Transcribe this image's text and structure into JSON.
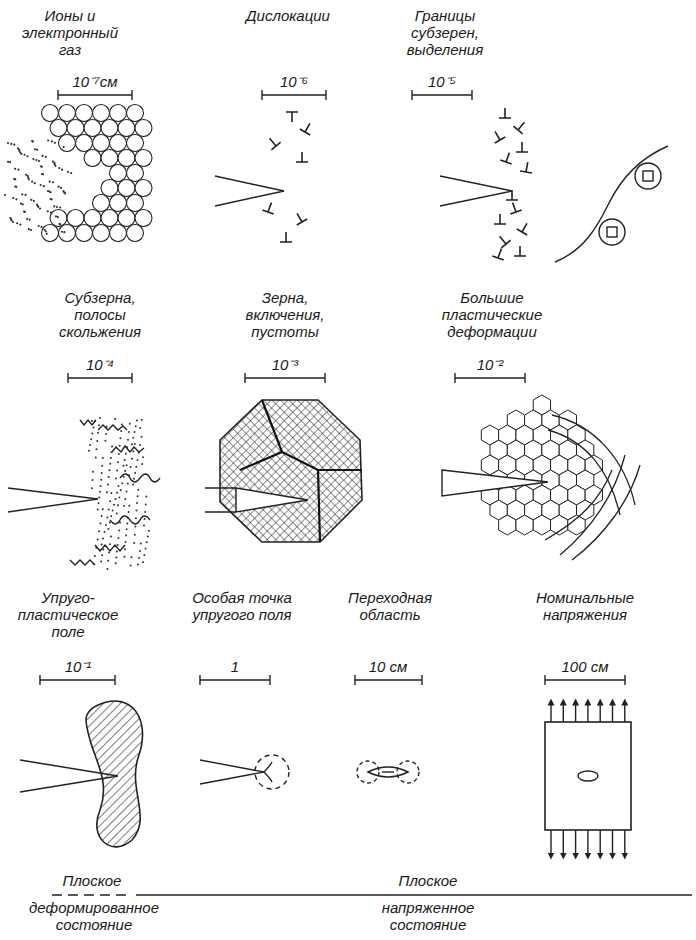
{
  "diagram": {
    "labels": [
      "Ионы и электронный газ",
      "10⁻⁷см",
      "Дислокации",
      "10⁻⁶",
      "Границы субзерен, выделения",
      "10⁻⁵",
      "Субзерна, полосы скольжения",
      "10⁻⁴",
      "Зерна, включения, пустоты",
      "10⁻³",
      "Большие пластические деформации",
      "10⁻²",
      "Упруго- пластическое поле",
      "10⁻¹",
      "Особая точка упругого поля",
      "1",
      "Переходная область",
      "10 см",
      "Номинальные напряжения",
      "100 см",
      "Плоское",
      "деформированное состояние",
      "Плоское",
      "напряженное состояние"
    ]
  }
}
